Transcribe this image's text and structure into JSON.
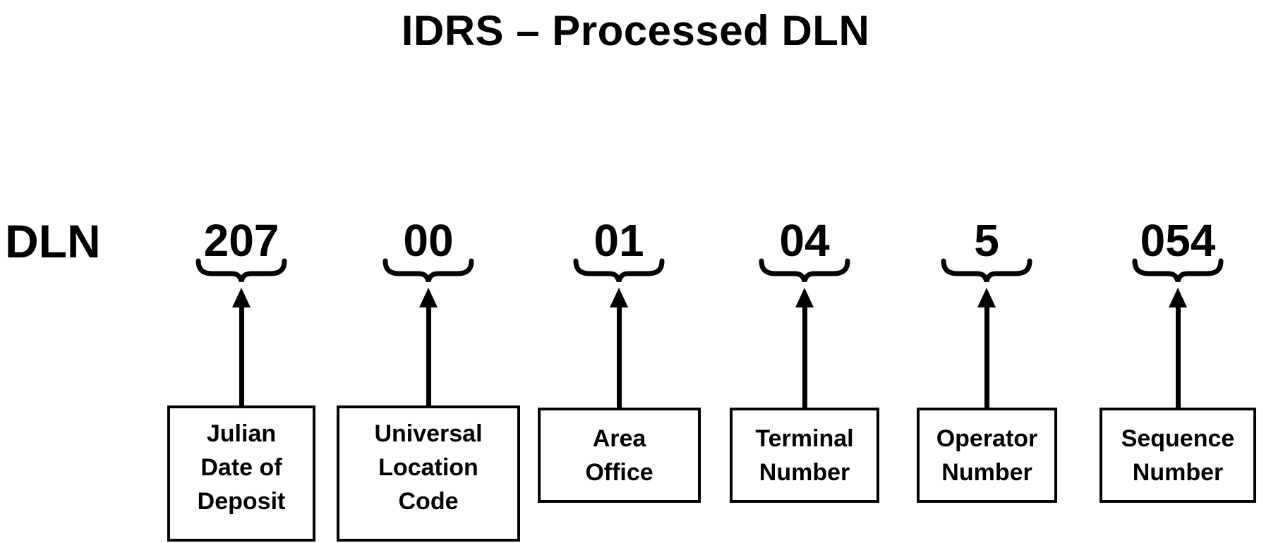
{
  "title": "IDRS – Processed DLN",
  "dln_label": "DLN",
  "colors": {
    "foreground": "#000000",
    "background": "#ffffff"
  },
  "diagram": {
    "description_of_structure": "DLN broken into six bracketed segments, each with an up-arrow from a labeled box",
    "segments": [
      {
        "value": "207",
        "label": "Julian Date of Deposit",
        "label_lines": [
          "Julian",
          "Date of",
          "Deposit"
        ]
      },
      {
        "value": "00",
        "label": "Universal Location Code",
        "label_lines": [
          "Universal",
          "Location",
          "Code"
        ]
      },
      {
        "value": "01",
        "label": "Area Office",
        "label_lines": [
          "Area",
          "Office"
        ]
      },
      {
        "value": "04",
        "label": "Terminal Number",
        "label_lines": [
          "Terminal",
          "Number"
        ]
      },
      {
        "value": "5",
        "label": "Operator Number",
        "label_lines": [
          "Operator",
          "Number"
        ]
      },
      {
        "value": "054",
        "label": "Sequence Number",
        "label_lines": [
          "Sequence",
          "Number"
        ]
      }
    ]
  }
}
